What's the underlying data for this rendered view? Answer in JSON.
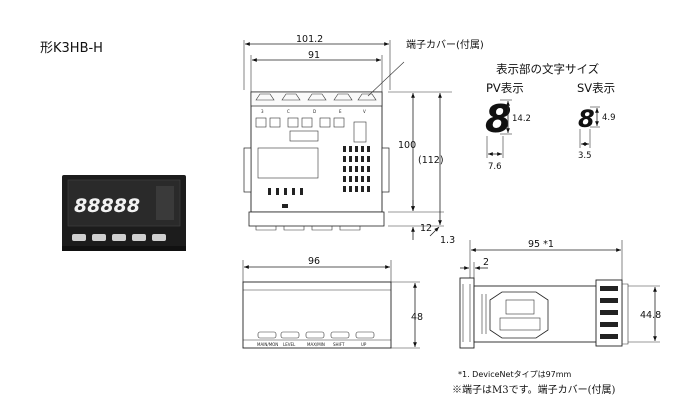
{
  "model_name": "形K3HB-H",
  "terminal_cover_label": "端子カバー(付属)",
  "char_size": {
    "heading": "表示部の文字サイズ",
    "pv_label": "PV表示",
    "sv_label": "SV表示",
    "pv_glyph": "8",
    "sv_glyph": "8",
    "pv_height": "14.2",
    "pv_width": "7.6",
    "sv_height": "4.9",
    "sv_width": "3.5"
  },
  "device_display": "88888",
  "dimensions": {
    "top_total_width": "101.2",
    "top_inner_width": "91",
    "height": "100",
    "height_paren": "(112)",
    "bottom_part": "12",
    "offset": "1.3",
    "front_width": "96",
    "front_height": "48",
    "side_depth": "95 *1",
    "side_step": "2",
    "side_height": "44.8"
  },
  "terminal_labels": [
    "3",
    "C",
    "D",
    "E",
    "V"
  ],
  "front_buttons": [
    "MAIN/MON",
    "LEVEL",
    "MAX/MIN",
    "SHIFT",
    "UP"
  ],
  "notes": {
    "footnote": "*1. DeviceNetタイプは97mm",
    "terminal_note": "※端子はM3です。端子カバー(付属)"
  }
}
